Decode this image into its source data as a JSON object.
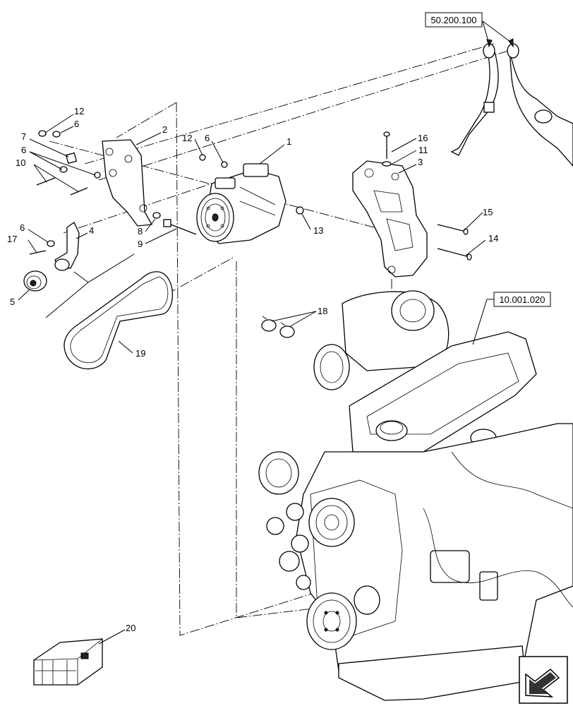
{
  "references": {
    "ref_top": "50.200.100",
    "ref_engine": "10.001.020"
  },
  "callouts": [
    {
      "id": "c1",
      "text": "1"
    },
    {
      "id": "c2",
      "text": "2"
    },
    {
      "id": "c3",
      "text": "3"
    },
    {
      "id": "c4",
      "text": "4"
    },
    {
      "id": "c5",
      "text": "5"
    },
    {
      "id": "c6a",
      "text": "6"
    },
    {
      "id": "c6b",
      "text": "6"
    },
    {
      "id": "c6c",
      "text": "6"
    },
    {
      "id": "c6d",
      "text": "6"
    },
    {
      "id": "c7",
      "text": "7"
    },
    {
      "id": "c8",
      "text": "8"
    },
    {
      "id": "c9",
      "text": "9"
    },
    {
      "id": "c10",
      "text": "10"
    },
    {
      "id": "c11",
      "text": "11"
    },
    {
      "id": "c12a",
      "text": "12"
    },
    {
      "id": "c12b",
      "text": "12"
    },
    {
      "id": "c13",
      "text": "13"
    },
    {
      "id": "c14",
      "text": "14"
    },
    {
      "id": "c15",
      "text": "15"
    },
    {
      "id": "c16",
      "text": "16"
    },
    {
      "id": "c17",
      "text": "17"
    },
    {
      "id": "c18",
      "text": "18"
    },
    {
      "id": "c19",
      "text": "19"
    },
    {
      "id": "c20",
      "text": "20"
    }
  ],
  "icons": {
    "nav": "next-page-arrow-icon"
  }
}
